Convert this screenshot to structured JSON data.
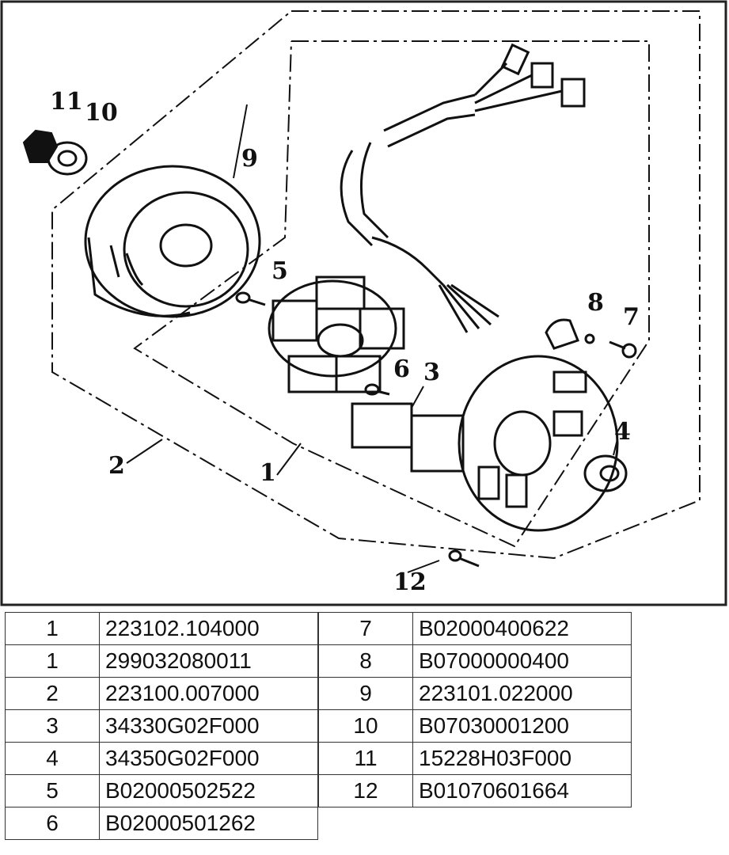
{
  "diagram": {
    "callouts": [
      "1",
      "2",
      "3",
      "4",
      "5",
      "6",
      "7",
      "8",
      "9",
      "10",
      "11",
      "12"
    ]
  },
  "parts_table": {
    "left": [
      {
        "ref": "1",
        "code": "223102.104000"
      },
      {
        "ref": "1",
        "code": "299032080011"
      },
      {
        "ref": "2",
        "code": "223100.007000"
      },
      {
        "ref": "3",
        "code": "34330G02F000"
      },
      {
        "ref": "4",
        "code": "34350G02F000"
      },
      {
        "ref": "5",
        "code": "B02000502522"
      },
      {
        "ref": "6",
        "code": "B02000501262"
      }
    ],
    "right": [
      {
        "ref": "7",
        "code": "B02000400622"
      },
      {
        "ref": "8",
        "code": "B07000000400"
      },
      {
        "ref": "9",
        "code": "223101.022000"
      },
      {
        "ref": "10",
        "code": "B07030001200"
      },
      {
        "ref": "11",
        "code": "15228H03F000"
      },
      {
        "ref": "12",
        "code": "B01070601664"
      }
    ]
  },
  "colors": {
    "line": "#111111",
    "accent_mark": "#1a8a3a"
  }
}
